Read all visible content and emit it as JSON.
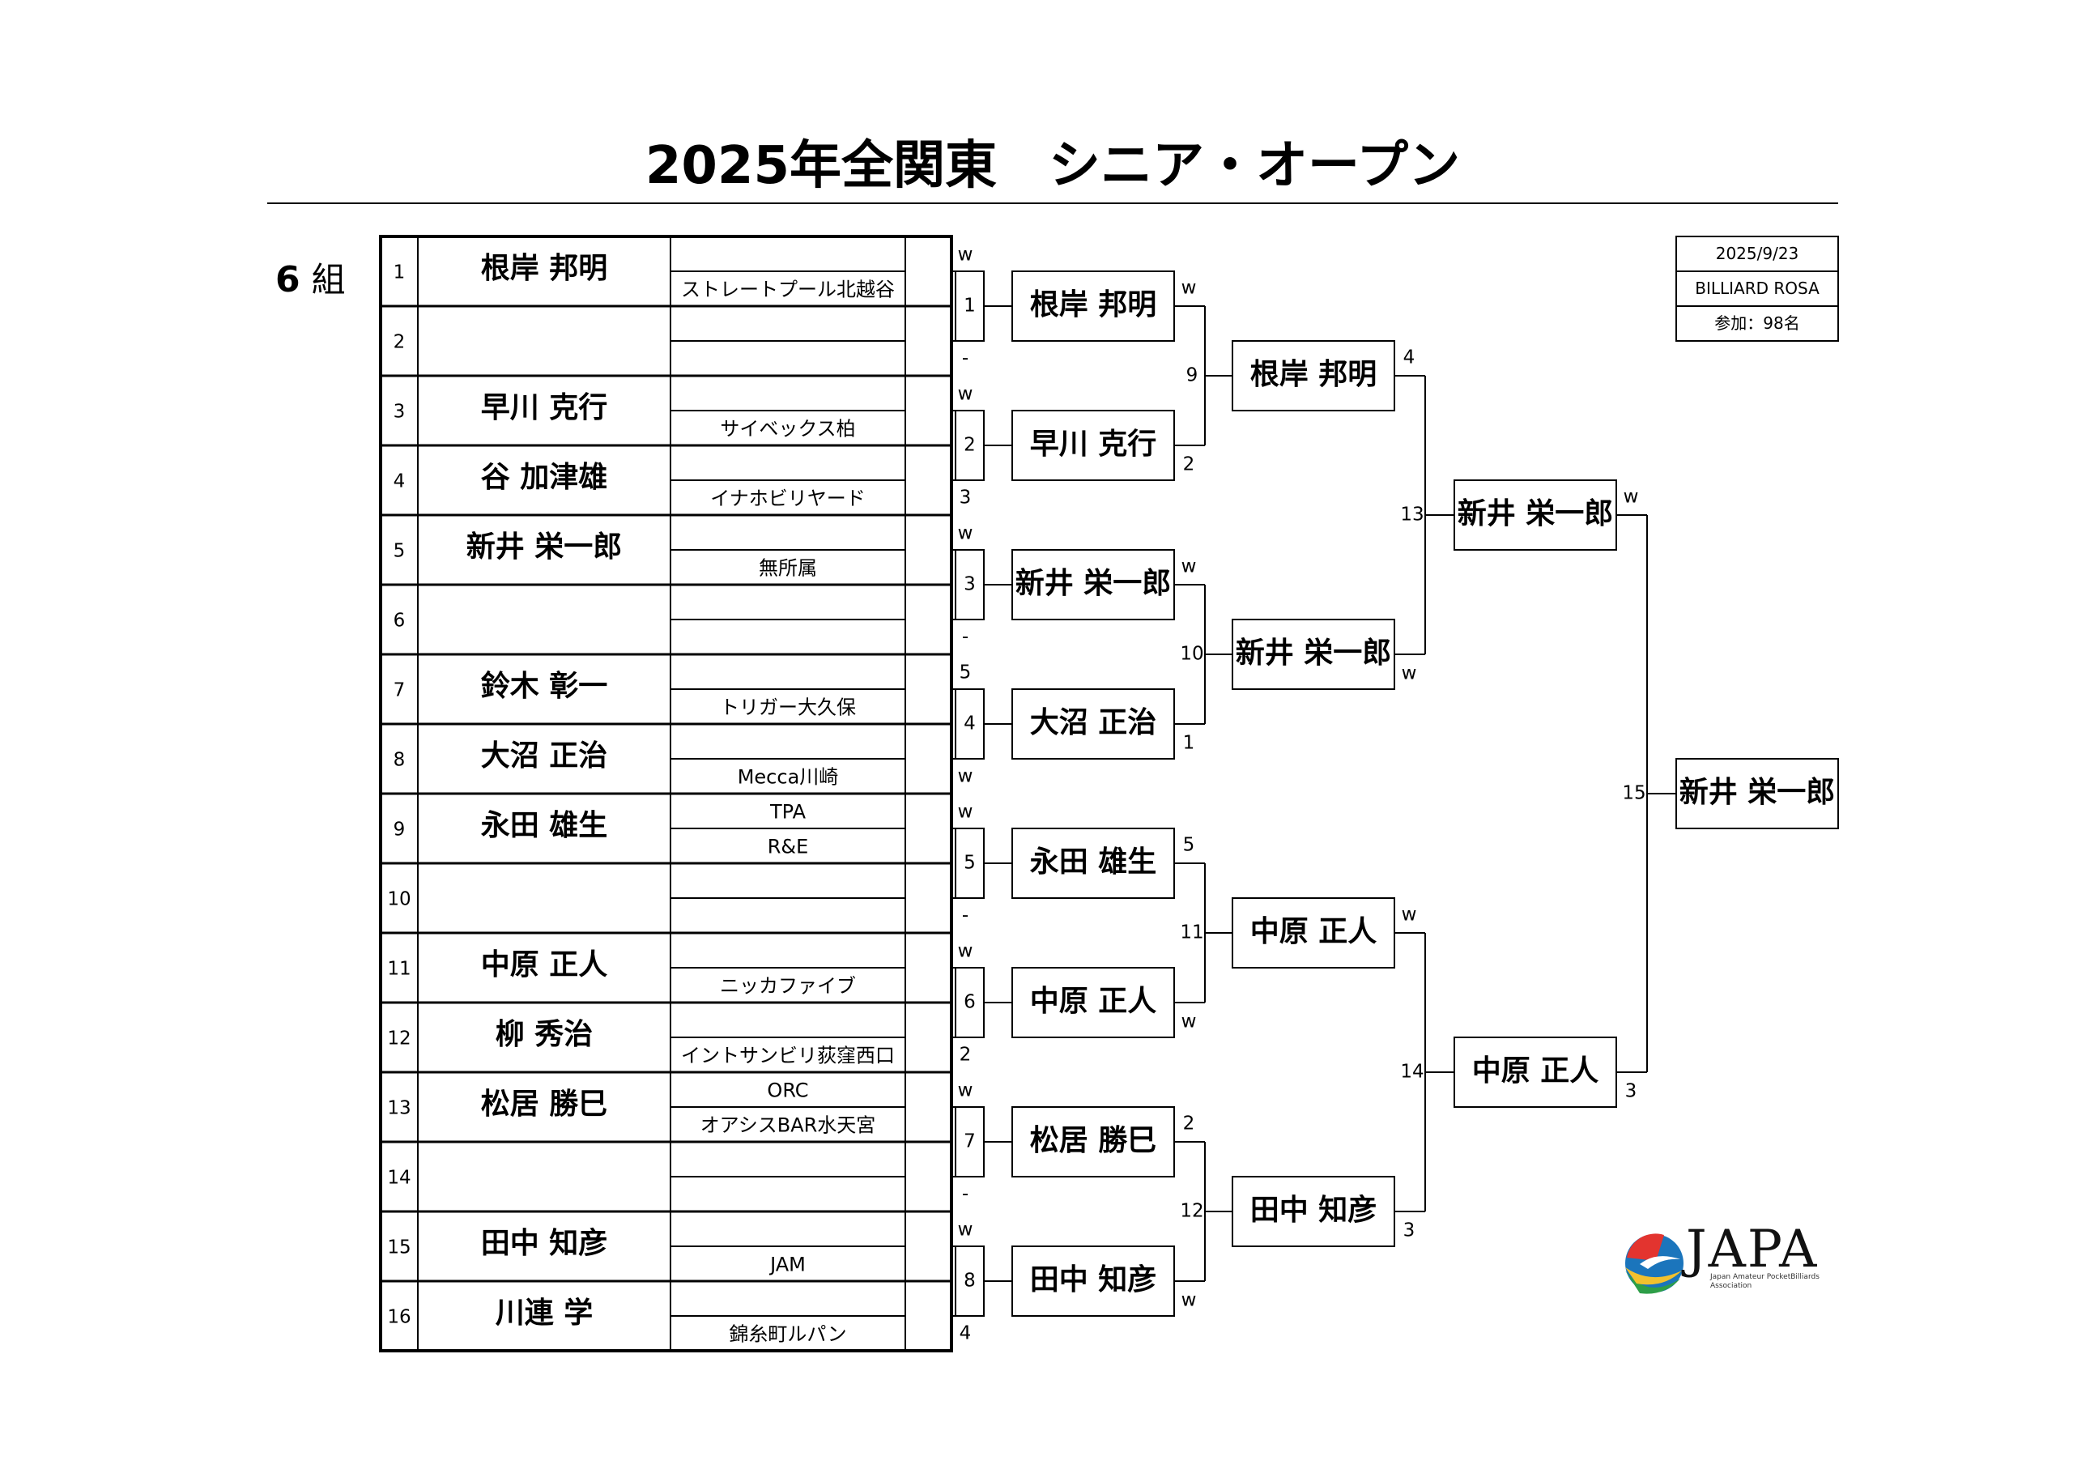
{
  "title": "2025年全関東　シニア・オープン",
  "group": {
    "number": "6",
    "label": "組"
  },
  "info": [
    "2025/9/23",
    "BILLIARD ROSA",
    "参加：98名"
  ],
  "players": [
    {
      "seed": "1",
      "name": "根岸 邦明",
      "club1": "",
      "club2": "ストレートプール北越谷"
    },
    {
      "seed": "2",
      "name": "",
      "club1": "",
      "club2": ""
    },
    {
      "seed": "3",
      "name": "早川 克行",
      "club1": "",
      "club2": "サイベックス柏"
    },
    {
      "seed": "4",
      "name": "谷 加津雄",
      "club1": "",
      "club2": "イナホビリヤード"
    },
    {
      "seed": "5",
      "name": "新井 栄一郎",
      "club1": "",
      "club2": "無所属"
    },
    {
      "seed": "6",
      "name": "",
      "club1": "",
      "club2": ""
    },
    {
      "seed": "7",
      "name": "鈴木 彰一",
      "club1": "",
      "club2": "トリガー大久保"
    },
    {
      "seed": "8",
      "name": "大沼 正治",
      "club1": "",
      "club2": "Mecca川崎"
    },
    {
      "seed": "9",
      "name": "永田 雄生",
      "club1": "TPA",
      "club2": "R&E"
    },
    {
      "seed": "10",
      "name": "",
      "club1": "",
      "club2": ""
    },
    {
      "seed": "11",
      "name": "中原 正人",
      "club1": "",
      "club2": "ニッカファイブ"
    },
    {
      "seed": "12",
      "name": "柳 秀治",
      "club1": "",
      "club2": "イントサンビリ荻窪西口"
    },
    {
      "seed": "13",
      "name": "松居 勝巳",
      "club1": "ORC",
      "club2": "オアシスBAR水天宮"
    },
    {
      "seed": "14",
      "name": "",
      "club1": "",
      "club2": ""
    },
    {
      "seed": "15",
      "name": "田中 知彦",
      "club1": "",
      "club2": "JAM"
    },
    {
      "seed": "16",
      "name": "川連 学",
      "club1": "",
      "club2": "錦糸町ルパン"
    }
  ],
  "round1": [
    {
      "match": "1",
      "top": "w",
      "bottom": "-",
      "winner": "根岸 邦明"
    },
    {
      "match": "2",
      "top": "w",
      "bottom": "3",
      "winner": "早川 克行"
    },
    {
      "match": "3",
      "top": "w",
      "bottom": "-",
      "winner": "新井 栄一郎"
    },
    {
      "match": "4",
      "top": "5",
      "bottom": "w",
      "winner": "大沼 正治"
    },
    {
      "match": "5",
      "top": "w",
      "bottom": "-",
      "winner": "永田 雄生"
    },
    {
      "match": "6",
      "top": "w",
      "bottom": "2",
      "winner": "中原 正人"
    },
    {
      "match": "7",
      "top": "w",
      "bottom": "-",
      "winner": "松居 勝巳"
    },
    {
      "match": "8",
      "top": "w",
      "bottom": "4",
      "winner": "田中 知彦"
    }
  ],
  "round2": [
    {
      "match": "9",
      "top": "w",
      "bottom": "2",
      "winner": "根岸 邦明"
    },
    {
      "match": "10",
      "top": "w",
      "bottom": "1",
      "winner": "新井 栄一郎"
    },
    {
      "match": "11",
      "top": "5",
      "bottom": "w",
      "winner": "中原 正人"
    },
    {
      "match": "12",
      "top": "2",
      "bottom": "w",
      "winner": "田中 知彦"
    }
  ],
  "round3": [
    {
      "match": "13",
      "top": "4",
      "bottom": "w",
      "winner": "新井 栄一郎"
    },
    {
      "match": "14",
      "top": "w",
      "bottom": "3",
      "winner": "中原 正人"
    }
  ],
  "round4": [
    {
      "match": "15",
      "top": "w",
      "bottom": "3",
      "winner": "新井 栄一郎"
    }
  ],
  "logo": {
    "word": "JAPA",
    "sub": "Japan Amateur PocketBilliards Association"
  }
}
